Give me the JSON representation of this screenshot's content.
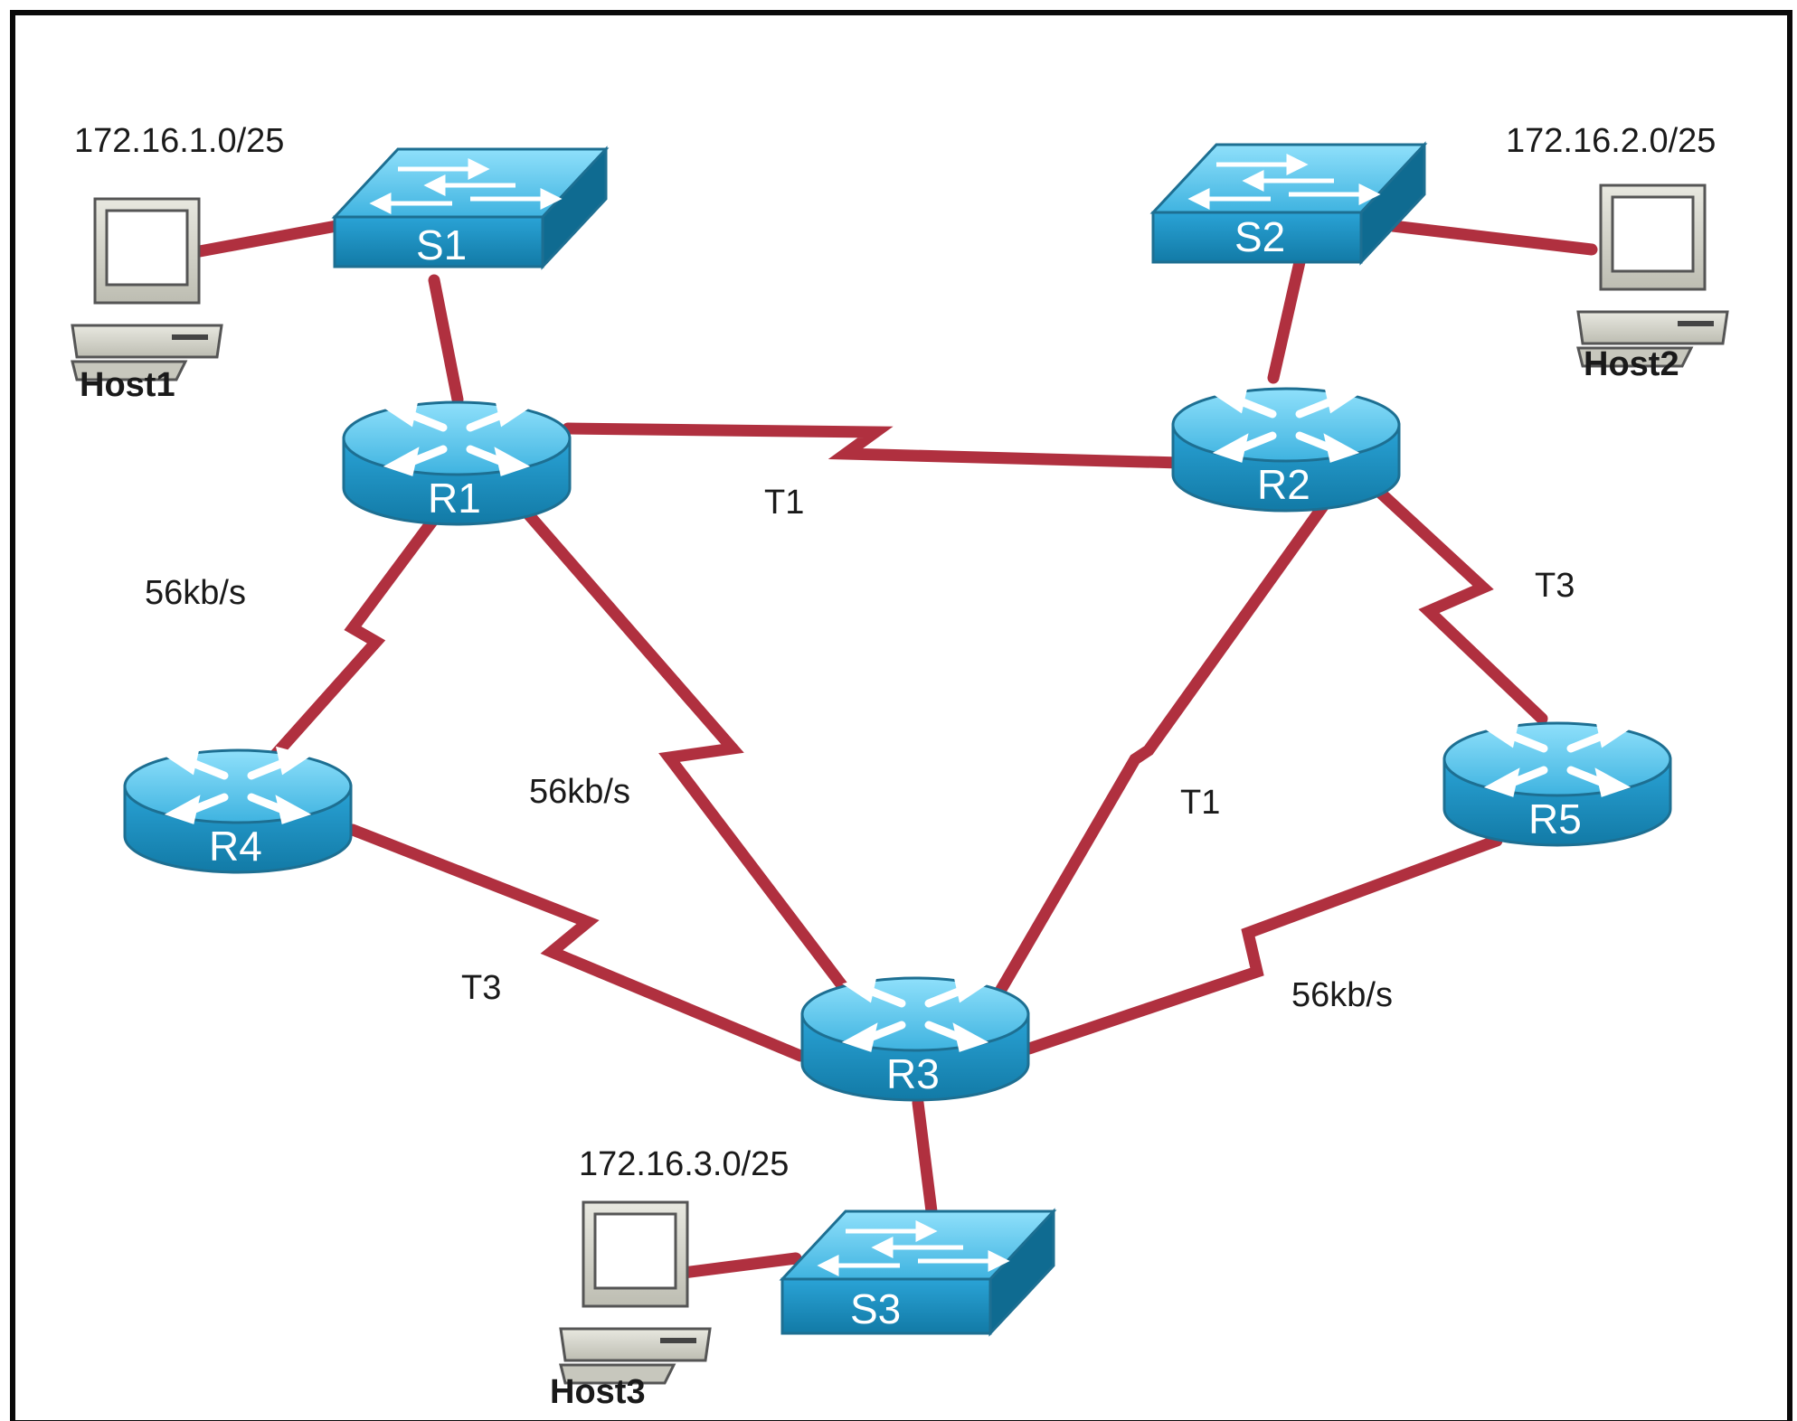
{
  "colors": {
    "link": "#b0303f",
    "device_blue": "#2a9fd0",
    "device_dark": "#137aa3",
    "device_light": "#6fd0f2"
  },
  "switches": [
    {
      "id": "s1",
      "label": "S1",
      "icon": "switch-icon"
    },
    {
      "id": "s2",
      "label": "S2",
      "icon": "switch-icon"
    },
    {
      "id": "s3",
      "label": "S3",
      "icon": "switch-icon"
    }
  ],
  "routers": [
    {
      "id": "r1",
      "label": "R1",
      "icon": "router-icon"
    },
    {
      "id": "r2",
      "label": "R2",
      "icon": "router-icon"
    },
    {
      "id": "r3",
      "label": "R3",
      "icon": "router-icon"
    },
    {
      "id": "r4",
      "label": "R4",
      "icon": "router-icon"
    },
    {
      "id": "r5",
      "label": "R5",
      "icon": "router-icon"
    }
  ],
  "hosts": [
    {
      "id": "host1",
      "label": "Host1",
      "subnet": "172.16.1.0/25",
      "icon": "pc-icon"
    },
    {
      "id": "host2",
      "label": "Host2",
      "subnet": "172.16.2.0/25",
      "icon": "pc-icon"
    },
    {
      "id": "host3",
      "label": "Host3",
      "subnet": "172.16.3.0/25",
      "icon": "pc-icon"
    }
  ],
  "links": [
    {
      "from": "R1",
      "to": "R2",
      "label": "T1"
    },
    {
      "from": "R1",
      "to": "R4",
      "label": "56kb/s"
    },
    {
      "from": "R1",
      "to": "R3",
      "label": "56kb/s"
    },
    {
      "from": "R2",
      "to": "R3",
      "label": "T1"
    },
    {
      "from": "R2",
      "to": "R5",
      "label": "T3"
    },
    {
      "from": "R4",
      "to": "R3",
      "label": "T3"
    },
    {
      "from": "R5",
      "to": "R3",
      "label": "56kb/s"
    }
  ]
}
